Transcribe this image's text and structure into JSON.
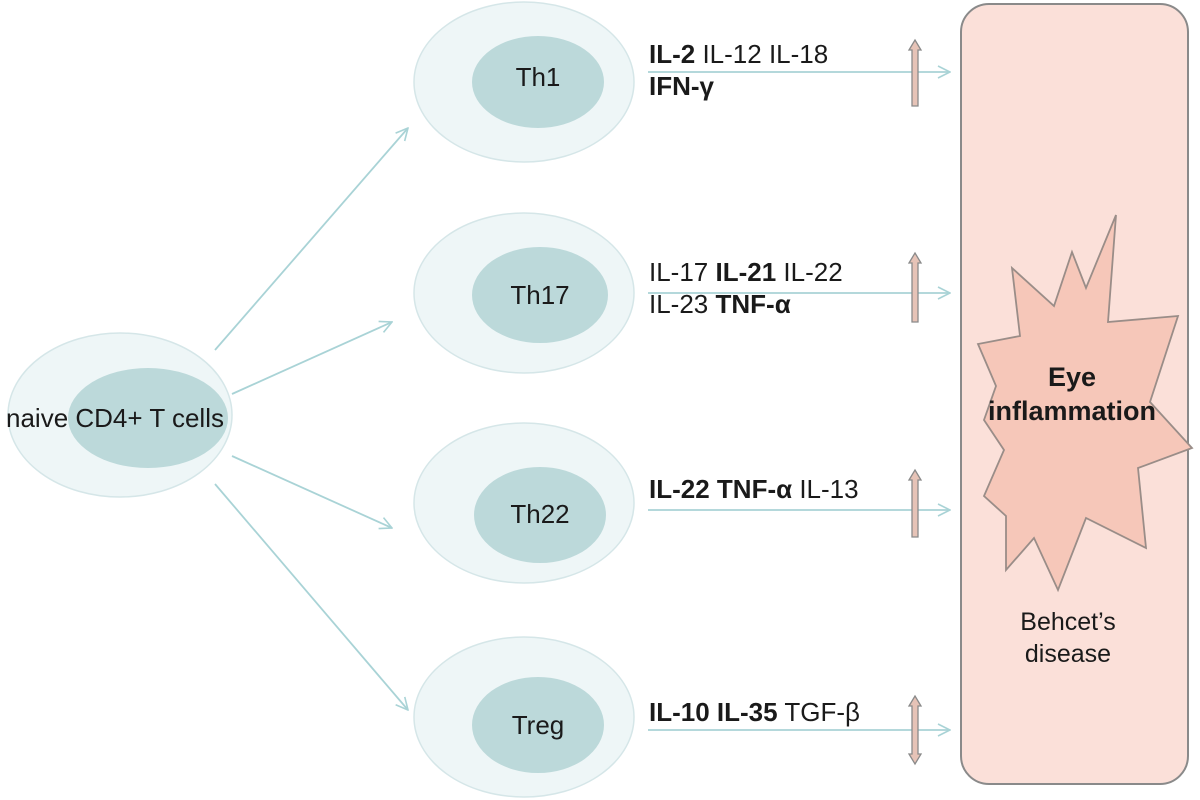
{
  "naive_cell": {
    "label": "naive CD4+ T cells"
  },
  "subsets": [
    {
      "name": "Th1",
      "lines": [
        [
          {
            "t": "IL-2",
            "b": true
          },
          {
            "t": " IL-12 IL-18",
            "b": false
          }
        ],
        [
          {
            "t": "IFN-γ",
            "b": true
          }
        ]
      ],
      "direction": "up"
    },
    {
      "name": "Th17",
      "lines": [
        [
          {
            "t": "IL-17 ",
            "b": false
          },
          {
            "t": "IL-21",
            "b": true
          },
          {
            "t": " IL-22",
            "b": false
          }
        ],
        [
          {
            "t": "IL-23 ",
            "b": false
          },
          {
            "t": "TNF-α",
            "b": true
          }
        ]
      ],
      "direction": "up"
    },
    {
      "name": "Th22",
      "lines": [
        [
          {
            "t": "IL-22 TNF-α",
            "b": true
          },
          {
            "t": " IL-13",
            "b": false
          }
        ]
      ],
      "direction": "up"
    },
    {
      "name": "Treg",
      "lines": [
        [
          {
            "t": "IL-10 IL-35",
            "b": true
          },
          {
            "t": " TGF-β",
            "b": false
          }
        ]
      ],
      "direction": "both"
    }
  ],
  "target": {
    "starburst_label": "Eye inflammation",
    "starburst_lines": [
      "Eye",
      "inflammation"
    ],
    "disease_lines": [
      "Behcet’s",
      "disease"
    ]
  },
  "colors": {
    "cell_outer": "#eef6f7",
    "cell_inner": "#bcd9da",
    "arrow": "#a9d3d6",
    "box_fill": "#fbe0d9",
    "box_stroke": "#8a8a8a",
    "star_fill": "#f6c7b9",
    "vertical_arrow_fill": "#e6c3b7"
  }
}
